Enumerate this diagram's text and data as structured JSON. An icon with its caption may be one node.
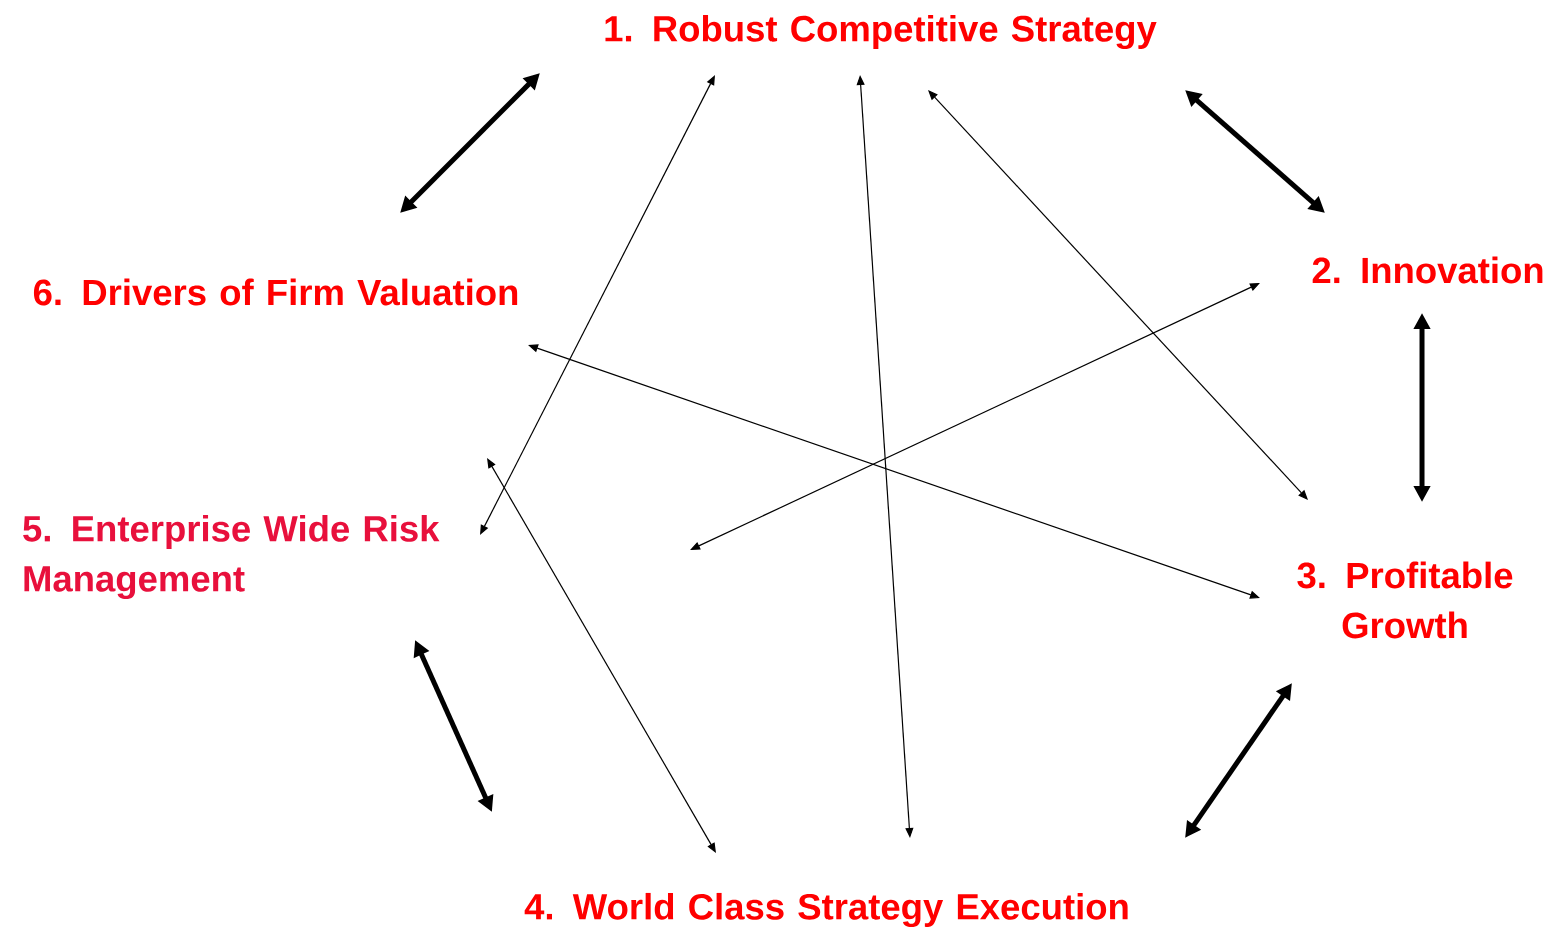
{
  "diagram": {
    "nodes": [
      {
        "text": [
          "1. Robust Competitive Strategy"
        ]
      },
      {
        "text": [
          "2. Innovation"
        ]
      },
      {
        "text": [
          "3. Profitable Growth"
        ]
      },
      {
        "text": [
          "4. World Class Strategy Execution"
        ]
      },
      {
        "text": [
          "5. Enterprise Wide Risk Management"
        ]
      },
      {
        "text": [
          "6. Drivers of Firm Valuation"
        ]
      }
    ],
    "edges": [
      {
        "from": 0,
        "to": 5,
        "arrow": "both",
        "style": "thick"
      },
      {
        "from": 0,
        "to": 1,
        "arrow": "both",
        "style": "thick"
      },
      {
        "from": 1,
        "to": 2,
        "arrow": "both",
        "style": "thick"
      },
      {
        "from": 2,
        "to": 3,
        "arrow": "both",
        "style": "thick"
      },
      {
        "from": 3,
        "to": 4,
        "arrow": "both",
        "style": "thick"
      },
      {
        "from": 0,
        "to": 4,
        "arrow": "both"
      },
      {
        "from": 0,
        "to": 3,
        "arrow": "both"
      },
      {
        "from": 0,
        "to": 2,
        "arrow": "both"
      },
      {
        "from": 1,
        "to": null,
        "arrow": "both"
      },
      {
        "from": 5,
        "to": 2,
        "arrow": "both"
      },
      {
        "from": 4,
        "to": 3,
        "arrow": "both"
      }
    ]
  }
}
